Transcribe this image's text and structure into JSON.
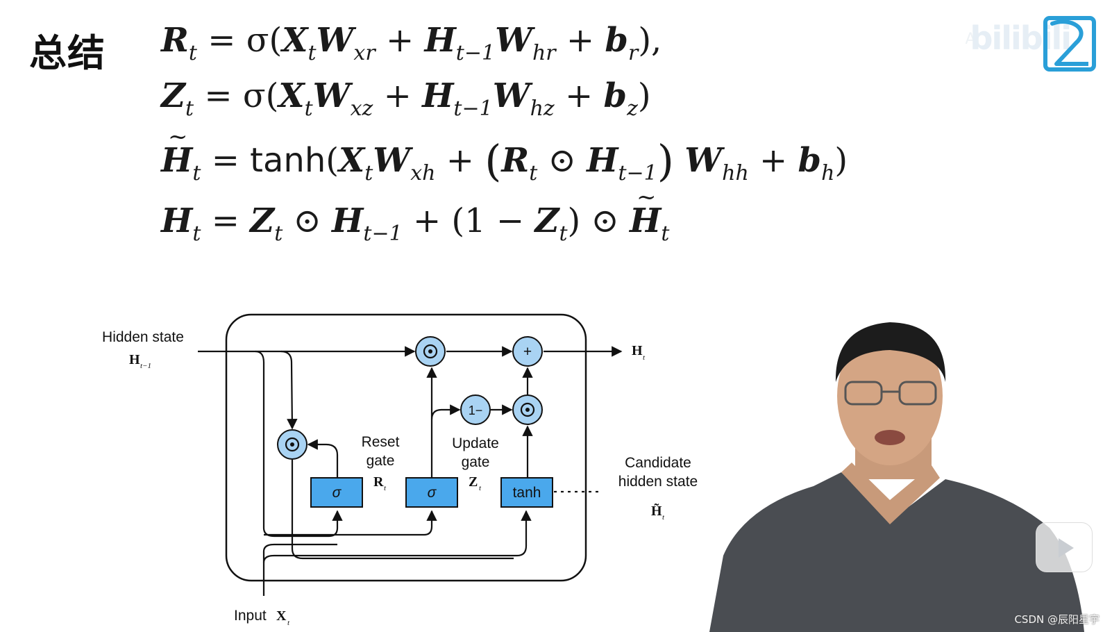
{
  "slide_title": "总结",
  "equations": {
    "r": "R",
    "z": "Z",
    "h": "H",
    "x": "X",
    "w": "W",
    "b": "b",
    "sigma": "σ",
    "tanh": "tanh",
    "sub_t": "t",
    "sub_tm1": "t−1",
    "sub_xr": "xr",
    "sub_hr": "hr",
    "sub_r": "r",
    "sub_xz": "xz",
    "sub_hz": "hz",
    "sub_z": "z",
    "sub_xh": "xh",
    "sub_hh": "hh",
    "sub_h": "h",
    "eq": "=",
    "plus": "+",
    "odot": "⊙",
    "one_minus": "(1 −"
  },
  "diagram": {
    "hidden_state_label": "Hidden state",
    "h_prev_symbol": "H",
    "h_prev_sub": "t−1",
    "output_symbol": "H",
    "output_sub": "t",
    "reset_gate_label": [
      "Reset",
      "gate"
    ],
    "reset_symbol": "R",
    "update_gate_label": [
      "Update",
      "gate"
    ],
    "update_symbol": "Z",
    "candidate_label": [
      "Candidate",
      "hidden state"
    ],
    "candidate_symbol": "H̃",
    "input_label": "Input",
    "input_symbol": "X",
    "sub_t": "t",
    "sigma": "σ",
    "tanh": "tanh",
    "plus": "+",
    "one_minus": "1−",
    "box_color": "#4aa8ec",
    "circle_color": "#a9d3f3"
  },
  "logo": {
    "text": "bilibili",
    "faint_text": "AI"
  },
  "watermark": "CSDN @辰阳星宇",
  "icons": {
    "play": "play-icon",
    "odot": "odot-icon"
  }
}
